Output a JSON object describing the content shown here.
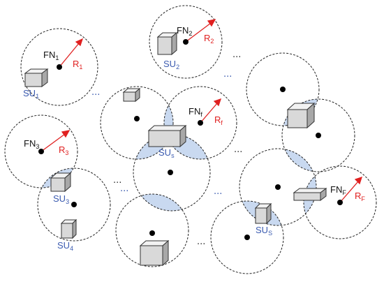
{
  "labels": {
    "fn1": {
      "main": "FN",
      "sub": "1"
    },
    "fn2": {
      "main": "FN",
      "sub": "2"
    },
    "fn3": {
      "main": "FN",
      "sub": "3"
    },
    "fnf": {
      "main": "FN",
      "sub": "f"
    },
    "fnF": {
      "main": "FN",
      "sub": "F"
    },
    "r1": {
      "main": "R",
      "sub": "1"
    },
    "r2": {
      "main": "R",
      "sub": "2"
    },
    "r3": {
      "main": "R",
      "sub": "3"
    },
    "rf": {
      "main": "R",
      "sub": "f"
    },
    "rF": {
      "main": "R",
      "sub": "F"
    },
    "su1": {
      "main": "SU",
      "sub": "1"
    },
    "su2": {
      "main": "SU",
      "sub": "2"
    },
    "su3": {
      "main": "SU",
      "sub": "3"
    },
    "su4": {
      "main": "SU",
      "sub": "4"
    },
    "sus": {
      "main": "SU",
      "sub": "s"
    },
    "suS": {
      "main": "SU",
      "sub": "S"
    }
  },
  "ellipsis": "...",
  "colors": {
    "circle_stroke": "#222222",
    "overlap_fill": "#c9d9f0",
    "arrow": "#e02020",
    "fog_node": "#000000",
    "su_label": "#3b5bb0",
    "fn_label": "#111111",
    "box_face": "#d9d9d9",
    "box_top": "#f2f2f2",
    "box_side": "#a8a8a8"
  }
}
